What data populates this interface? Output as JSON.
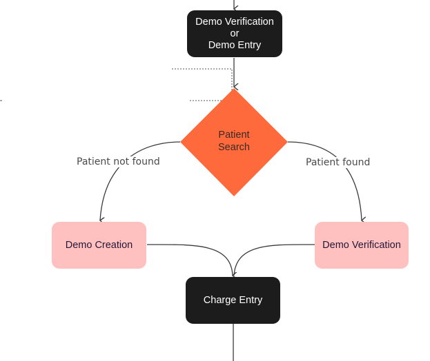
{
  "diagram": {
    "nodes": {
      "demo_verification_or_entry": {
        "lines": [
          "Demo Verification",
          "or",
          "Demo Entry"
        ],
        "shape": "rounded-rect",
        "fill": "#1c1c1c"
      },
      "patient_search": {
        "lines": [
          "Patient",
          "Search"
        ],
        "shape": "diamond",
        "fill": "#ff6a3c"
      },
      "demo_creation": {
        "label": "Demo Creation",
        "shape": "rounded-rect",
        "fill": "#ffc0c0"
      },
      "demo_verification": {
        "label": "Demo Verification",
        "shape": "rounded-rect",
        "fill": "#ffc0c0"
      },
      "charge_entry": {
        "label": "Charge Entry",
        "shape": "rounded-rect",
        "fill": "#1c1c1c"
      }
    },
    "edges": [
      {
        "from": "(above)",
        "to": "demo_verification_or_entry",
        "label": ""
      },
      {
        "from": "demo_verification_or_entry",
        "to": "patient_search",
        "label": ""
      },
      {
        "from": "patient_search",
        "to": "demo_creation",
        "label": "Patient not found"
      },
      {
        "from": "patient_search",
        "to": "demo_verification",
        "label": "Patient found"
      },
      {
        "from": "demo_creation",
        "to": "charge_entry",
        "label": ""
      },
      {
        "from": "demo_verification",
        "to": "charge_entry",
        "label": ""
      },
      {
        "from": "charge_entry",
        "to": "(below)",
        "label": ""
      }
    ],
    "edge_labels": {
      "not_found": "Patient not found",
      "found": "Patient found"
    }
  }
}
